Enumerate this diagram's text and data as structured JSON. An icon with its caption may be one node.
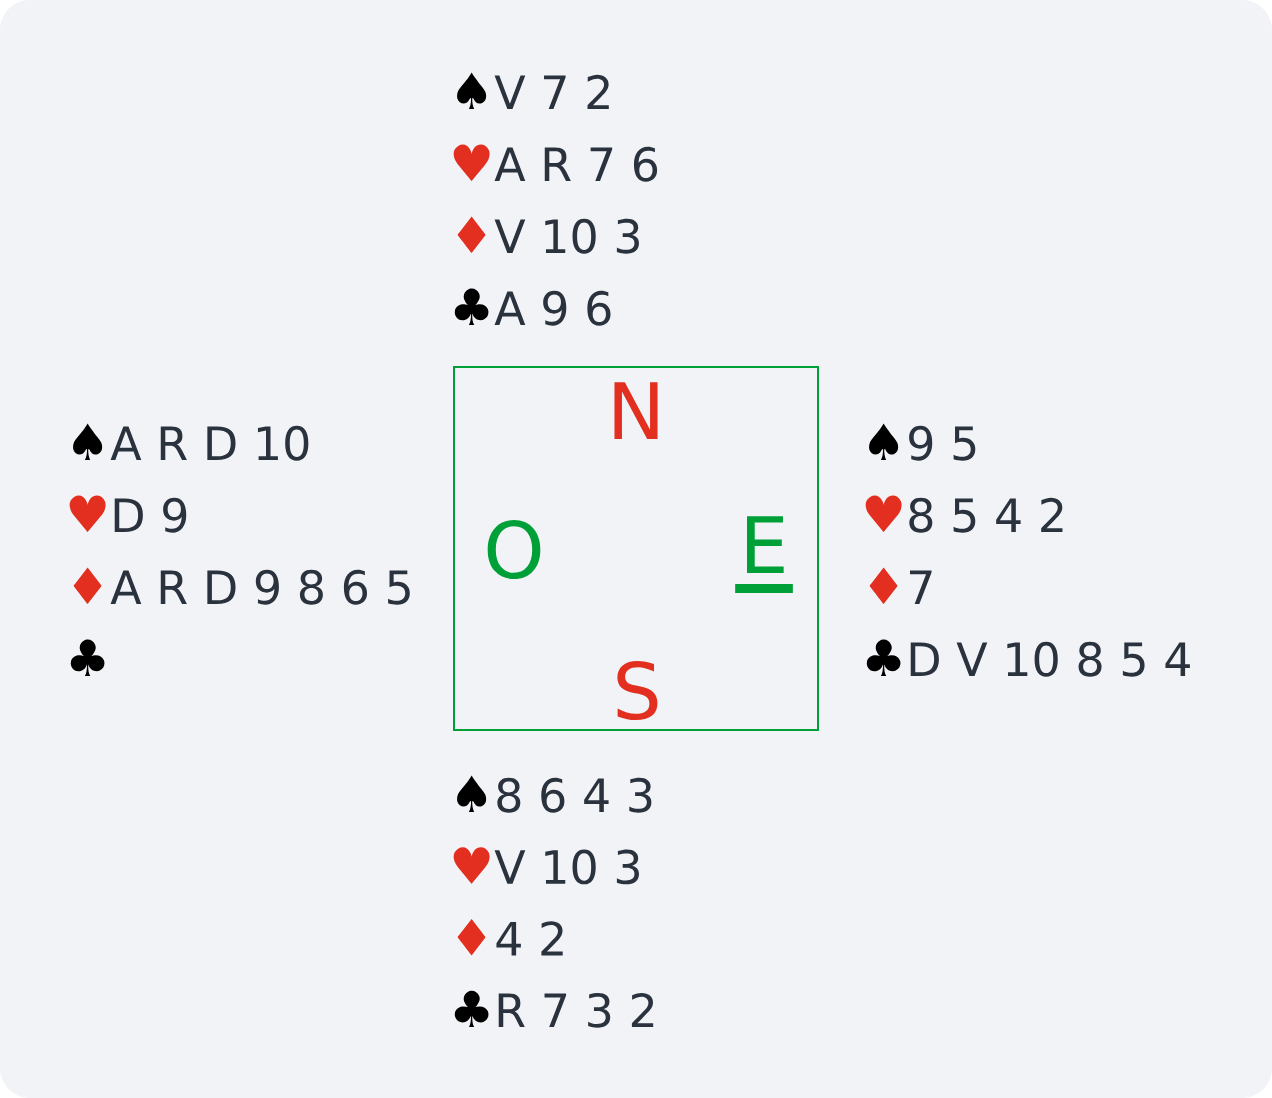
{
  "diagram": {
    "nodes": [
      {
        "text": [
          "N",
          "O",
          "E",
          "S"
        ]
      }
    ],
    "labels": [
      "♠",
      "V 7 2",
      "♥",
      "A R 7 6",
      "♦",
      "V 10 3",
      "♣",
      "A 9 6",
      "♠",
      "A R D 10",
      "♥",
      "D 9",
      "♦",
      "A R D 9 8 6 5",
      "♣",
      "♠",
      "9 5",
      "♥",
      "8 5 4 2",
      "♦",
      "7",
      "♣",
      "D V 10 8 5 4",
      "♠",
      "8 6 4 3",
      "♥",
      "V 10 3",
      "♦",
      "4 2",
      "♣",
      "R 7 3 2"
    ]
  }
}
